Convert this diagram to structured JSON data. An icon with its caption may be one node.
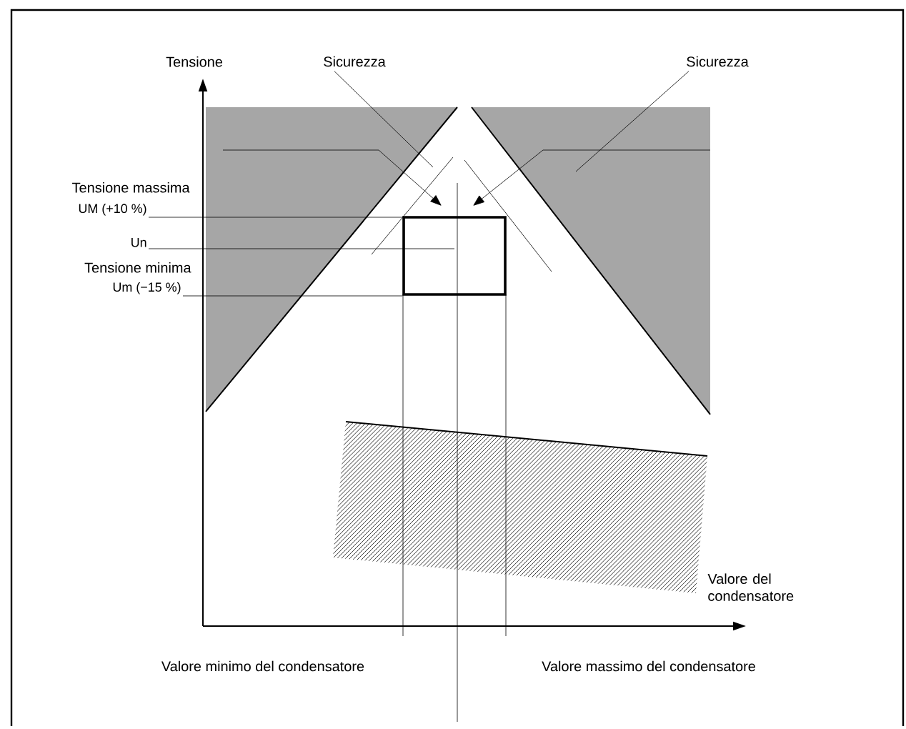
{
  "diagram": {
    "nodes": [
      {
        "text": [
          "Sicurezza"
        ]
      },
      {
        "text": [
          "Sicurezza"
        ]
      },
      {
        "text": [
          "UM (+10 %)"
        ]
      },
      {
        "text": [
          "Un"
        ]
      },
      {
        "text": [
          "Um (−15 %)"
        ]
      },
      {
        "text": [],
        "shape": "box"
      },
      {
        "text": [],
        "shape": "triangle"
      },
      {
        "text": [],
        "shape": "triangle"
      }
    ],
    "edges": [
      {
        "from": 0,
        "to": null,
        "arrow": "none"
      },
      {
        "from": 1,
        "to": 7,
        "arrow": "none"
      },
      {
        "from": 2,
        "to": 5,
        "arrow": "none"
      },
      {
        "from": 3,
        "to": 5,
        "arrow": "none"
      },
      {
        "from": 4,
        "to": 5,
        "arrow": "none"
      }
    ],
    "labels": [
      "Tensione",
      "Tensione massima",
      "Tensione minima",
      "Valore del condensatore",
      "Valore minimo del condensatore",
      "Valore massimo del condensatore"
    ]
  }
}
